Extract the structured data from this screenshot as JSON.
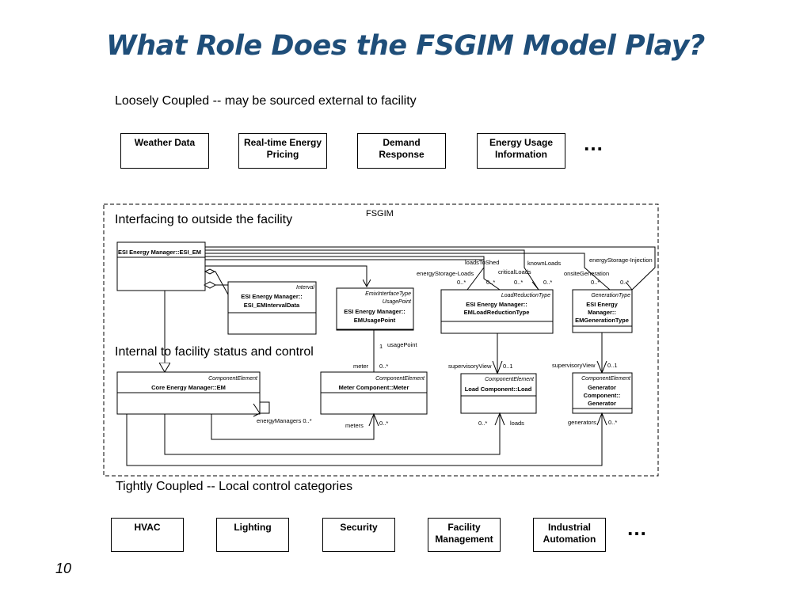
{
  "title": "What Role Does the FSGIM Model Play?",
  "loosely_coupled": {
    "caption": "Loosely Coupled -- may be sourced external to facility",
    "boxes": [
      {
        "line1": "Weather Data",
        "line2": ""
      },
      {
        "line1": "Real-time Energy",
        "line2": "Pricing"
      },
      {
        "line1": "Demand",
        "line2": "Response"
      },
      {
        "line1": "Energy Usage",
        "line2": "Information"
      }
    ],
    "ellipsis": "…"
  },
  "fsgim": {
    "frame_label": "FSGIM",
    "interfacing_label": "Interfacing to outside the facility",
    "internal_label": "Internal to facility status and control",
    "classes": {
      "esi_em": {
        "name": "ESI Energy Manager::ESI_EM"
      },
      "interval": {
        "stereotype": "Interval",
        "line1": "ESI Energy Manager::",
        "line2": "ESI_EMIntervalData"
      },
      "usage": {
        "stereo1": "EmixInterfaceType",
        "stereo2": "UsagePoint",
        "line1": "ESI Energy Manager::",
        "line2": "EMUsagePoint"
      },
      "loadred": {
        "stereotype": "LoadReductionType",
        "line1": "ESI Energy Manager::",
        "line2": "EMLoadReductionType"
      },
      "gentype": {
        "stereotype": "GenerationType",
        "line1": "ESI Energy",
        "line2": "Manager::",
        "line3": "EMGenerationType"
      },
      "core": {
        "stereotype": "ComponentElement",
        "line1": "Core Energy Manager::EM"
      },
      "meter": {
        "stereotype": "ComponentElement",
        "line1": "Meter Component::Meter"
      },
      "load": {
        "stereotype": "ComponentElement",
        "line1": "Load Component::Load"
      },
      "generator": {
        "stereotype": "ComponentElement",
        "line1": "Generator",
        "line2": "Component::",
        "line3": "Generator"
      }
    },
    "labels": {
      "loadsToShed": "loadsToShed",
      "knownLoads": "knownLoads",
      "energyStorageInjection": "energyStorage-Injection",
      "energyStorageLoads": "energyStorage-Loads",
      "criticalLoads": "criticalLoads",
      "onsiteGeneration": "onsiteGeneration",
      "mult": "0..*",
      "one": "1",
      "usagePoint": "usagePoint",
      "meter": "meter",
      "supervisoryView": "supervisoryView",
      "zeroOne": "0..1",
      "energyManagers": "energyManagers 0..*",
      "meters": "meters",
      "loads": "loads",
      "generators": "generators"
    }
  },
  "tightly_coupled": {
    "caption": "Tightly Coupled -- Local control categories",
    "boxes": [
      {
        "line1": "HVAC",
        "line2": ""
      },
      {
        "line1": "Lighting",
        "line2": ""
      },
      {
        "line1": "Security",
        "line2": ""
      },
      {
        "line1": "Facility",
        "line2": "Management"
      },
      {
        "line1": "Industrial",
        "line2": "Automation"
      }
    ],
    "ellipsis": "…"
  },
  "page_number": "10"
}
